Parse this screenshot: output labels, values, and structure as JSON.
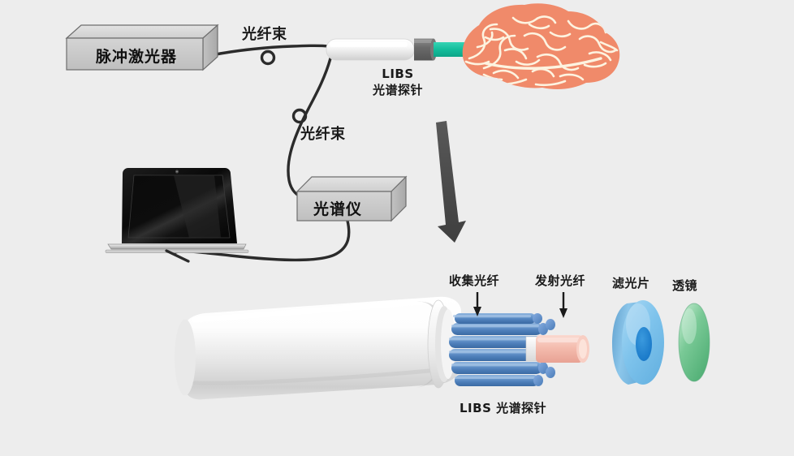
{
  "figure": {
    "title": "LIBS fiber-optic spectroscopy probe system schematic",
    "background_color": "#ededed"
  },
  "colors": {
    "background": "#ededed",
    "box_face": "#c9c9c9",
    "box_top": "#dcdcdc",
    "box_side": "#b4b4b4",
    "box_stroke": "#6e6e6e",
    "cable": "#2b2b2b",
    "brain": "#f08a6a",
    "brain_sulci": "#fdf3e0",
    "probe_body": "#f2f2f2",
    "probe_collar": "#6f6f6f",
    "probe_tip": "#16bd9c",
    "arrow": "#4a4a4a",
    "collection_fiber": "#5b8cc4",
    "emission_fiber": "#f5bdb0",
    "filter_disc": "#7ec3ec",
    "filter_center": "#1e85d0",
    "lens": "#6cc38c",
    "laptop_screen": "#0a0a0a",
    "laptop_base": "#b9b9b9",
    "text": "#1a1a1a"
  },
  "components": {
    "pulsed_laser": {
      "label": "脉冲激光器",
      "type": "3d-box"
    },
    "spectrometer": {
      "label": "光谱仪",
      "type": "3d-box"
    },
    "laptop": {
      "label": "laptop",
      "type": "device"
    },
    "brain": {
      "label": "brain",
      "type": "anatomy"
    },
    "libs_probe_top": {
      "label_line1": "LIBS",
      "label_line2": "光谱探针",
      "type": "probe"
    },
    "libs_probe_bottom": {
      "label": "LIBS 光谱探针",
      "type": "probe-cutaway"
    }
  },
  "cable_labels": {
    "upper_fiber_bundle": "光纤束",
    "lower_fiber_bundle": "光纤束"
  },
  "detail_labels": {
    "collection_fiber": "收集光纤",
    "emission_fiber": "发射光纤",
    "optical_filter": "滤光片",
    "lens": "透镜"
  },
  "icons": {
    "down_arrow": "down-arrow-icon",
    "collection_fiber_arrow": "down-arrow-icon",
    "emission_fiber_arrow": "down-arrow-icon"
  }
}
